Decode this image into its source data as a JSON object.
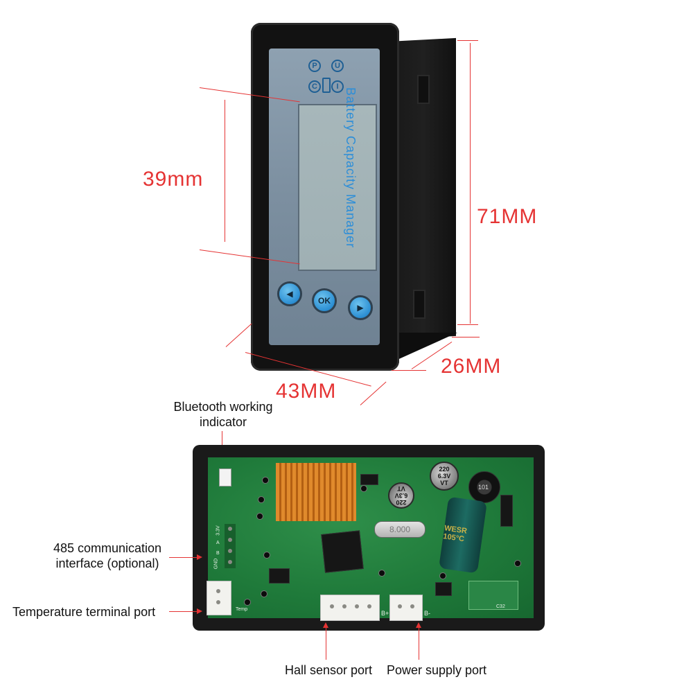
{
  "dimensions": {
    "height_display": "39mm",
    "height_total": "71MM",
    "depth": "26MM",
    "width": "43MM"
  },
  "device": {
    "faceplate_text": "Battery Capacity Manager",
    "indicators": [
      "U",
      "I",
      "P",
      "C"
    ],
    "buttons": {
      "left": "◀",
      "ok": "OK",
      "right": "▶"
    }
  },
  "pcb": {
    "capacitor_1": "220\n6.3V\nVT",
    "capacitor_2": "220\n6.3V\nVT",
    "crystal": "8.000",
    "teal_cap": "WESR 105°C",
    "silk_3v3": "3.3V",
    "silk_A": "A",
    "silk_B": "B",
    "silk_GND": "GND",
    "silk_temp": "Temp",
    "silk_bplus": "B+",
    "silk_bminus": "B-",
    "silk_101": "101",
    "silk_c32": "C32"
  },
  "callouts": {
    "bluetooth": "Bluetooth working indicator",
    "rs485": "485 communication interface (optional)",
    "temperature": "Temperature terminal port",
    "hall": "Hall sensor port",
    "power": "Power supply port"
  },
  "colors": {
    "annotation": "#e53333",
    "button": "#2c8fd3",
    "pcb": "#1f7a3a"
  }
}
